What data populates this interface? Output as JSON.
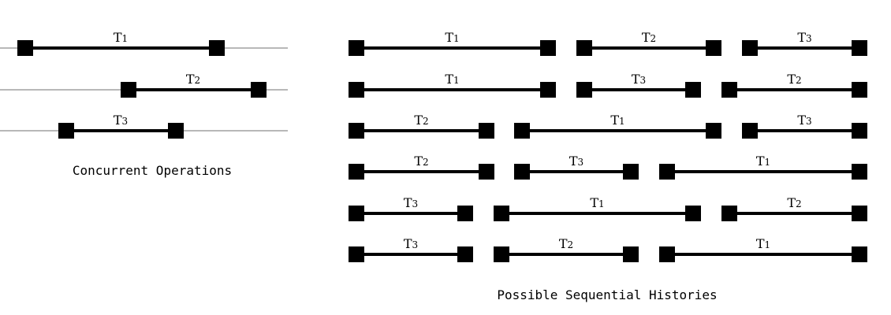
{
  "concurrent": {
    "caption": "Concurrent Operations",
    "operations": [
      {
        "label": "T1",
        "name": "T",
        "sub": "1"
      },
      {
        "label": "T2",
        "name": "T",
        "sub": "2"
      },
      {
        "label": "T3",
        "name": "T",
        "sub": "3"
      }
    ]
  },
  "sequential": {
    "caption": "Possible Sequential Histories",
    "histories": [
      {
        "order": [
          "T1",
          "T2",
          "T3"
        ]
      },
      {
        "order": [
          "T1",
          "T3",
          "T2"
        ]
      },
      {
        "order": [
          "T2",
          "T1",
          "T3"
        ]
      },
      {
        "order": [
          "T2",
          "T3",
          "T1"
        ]
      },
      {
        "order": [
          "T3",
          "T1",
          "T2"
        ]
      },
      {
        "order": [
          "T3",
          "T2",
          "T1"
        ]
      }
    ]
  },
  "colors": {
    "operation": "#000000",
    "timeline": "#a0a0a0",
    "background": "#ffffff"
  }
}
